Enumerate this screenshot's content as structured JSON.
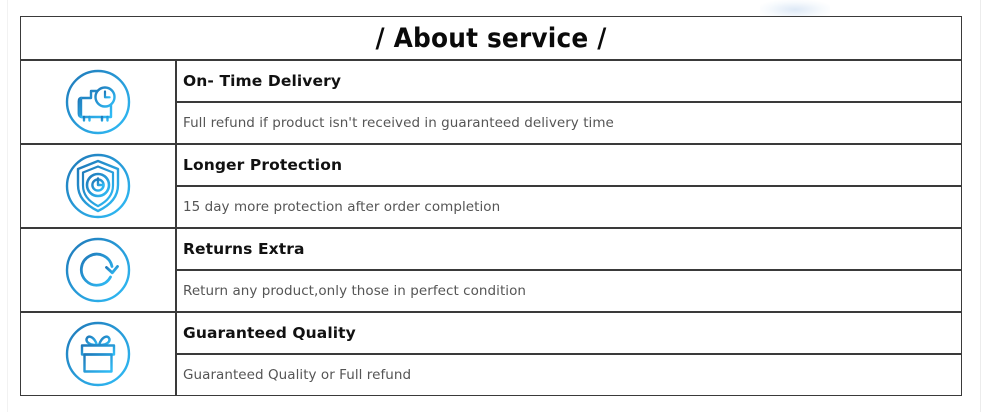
{
  "header": {
    "title": "/ About service /"
  },
  "theme": {
    "border_color": "#3a3a3a",
    "icon_color_dark": "#1e7fc2",
    "icon_color_light": "#29b6f6",
    "title_text_color": "#0a0a0a",
    "row_title_color": "#111111",
    "row_desc_color": "#555555",
    "background": "#ffffff"
  },
  "rows": [
    {
      "icon": "delivery-truck-clock-icon",
      "title": "On- Time Delivery",
      "description": "Full refund if product isn't received in guaranteed delivery time"
    },
    {
      "icon": "shield-clock-icon",
      "title": "Longer Protection",
      "description": "15 day more protection after order completion"
    },
    {
      "icon": "refresh-return-arrow-icon",
      "title": "Returns Extra",
      "description": "Return any product,only those in perfect condition"
    },
    {
      "icon": "gift-box-icon",
      "title": "Guaranteed Quality",
      "description": "Guaranteed Quality or Full refund"
    }
  ]
}
